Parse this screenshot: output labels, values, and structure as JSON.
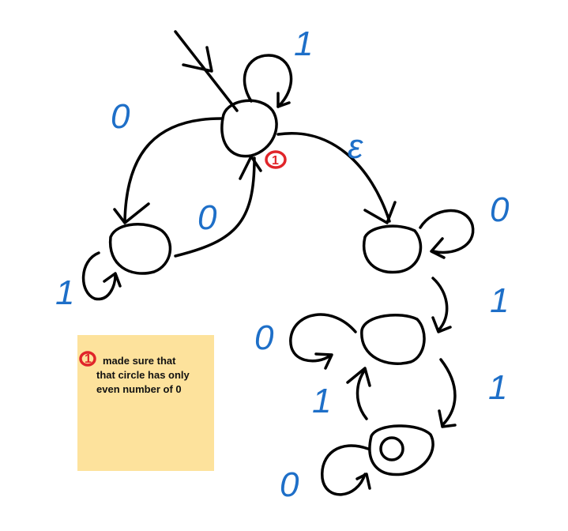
{
  "diagram": {
    "labels": {
      "top_loop": "1",
      "left_upper": "0",
      "epsilon": "ε",
      "mid_edge": "0",
      "left_loop": "1",
      "right_top_loop": "0",
      "right_edge_a": "1",
      "mid_right_loop": "0",
      "right_edge_b": "1",
      "up_edge": "1",
      "bottom_loop": "0"
    },
    "marker": "1"
  },
  "note": {
    "marker": "1",
    "lines": [
      "made sure that",
      "that circle has only",
      "even number of 0"
    ]
  },
  "colors": {
    "ink": "#000000",
    "label_blue": "#1e6fc8",
    "marker_red": "#e0252a",
    "note_bg": "#fde29c"
  }
}
